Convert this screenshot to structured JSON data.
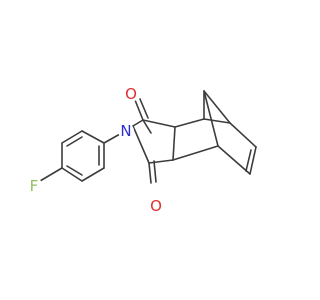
{
  "molecule": {
    "atoms": {
      "fluorine": {
        "symbol": "F",
        "color": "#90c060"
      },
      "nitrogen": {
        "symbol": "N",
        "color": "#2f2fd0"
      },
      "oxygen_top": {
        "symbol": "O",
        "color": "#e03030"
      },
      "oxygen_bottom": {
        "symbol": "O",
        "color": "#e03030"
      }
    },
    "bond_color": "#3c3c3c"
  }
}
